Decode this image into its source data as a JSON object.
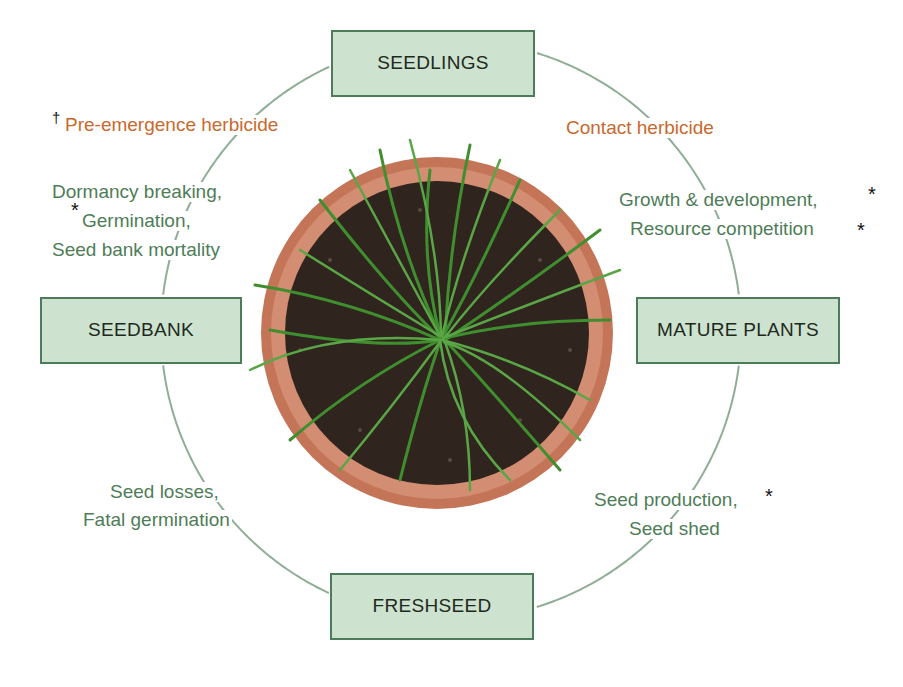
{
  "diagram": {
    "nodes": [
      {
        "text": [
          "SEEDLINGS"
        ]
      },
      {
        "text": [
          "SEEDBANK"
        ]
      },
      {
        "text": [
          "MATURE PLANTS"
        ]
      },
      {
        "text": [
          "FRESHSEED"
        ]
      }
    ],
    "edges": [
      {
        "from": 0,
        "to": 2,
        "arrow": "none"
      },
      {
        "from": 2,
        "to": 3,
        "arrow": "none"
      },
      {
        "from": 3,
        "to": 1,
        "arrow": "none"
      },
      {
        "from": 1,
        "to": 0,
        "arrow": "none"
      }
    ],
    "labels": [
      "†",
      "Pre-emergence herbicide",
      "Contact herbicide",
      "Dormancy breaking,",
      "*",
      "Germination,",
      "Seed bank mortality",
      "Growth & development,",
      "*",
      "Resource competition",
      "*",
      "Seed production,",
      "*",
      "Seed shed",
      "Seed losses,",
      "Fatal germination"
    ]
  }
}
